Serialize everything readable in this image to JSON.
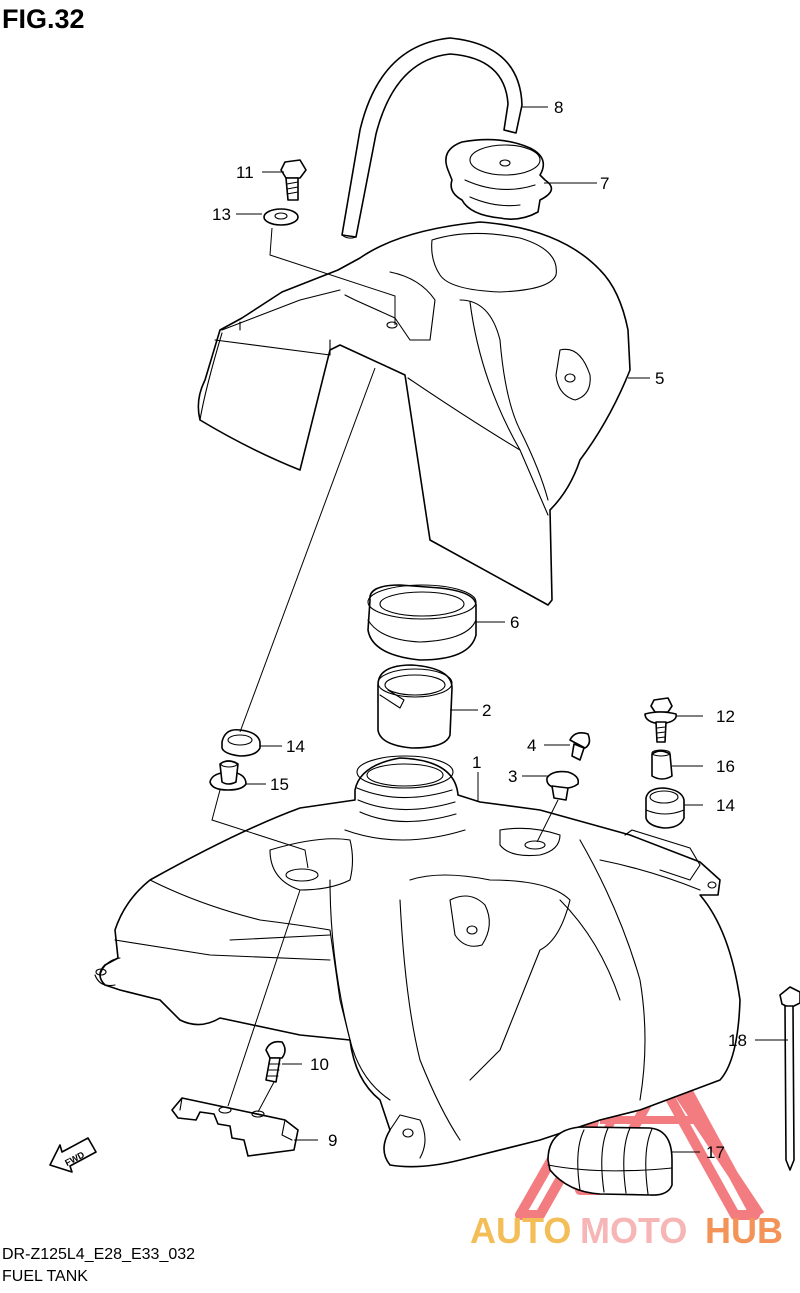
{
  "figure": {
    "title": "FIG.32",
    "code": "DR-Z125L4_E28_E33_032",
    "name": "FUEL TANK"
  },
  "fwd_label": "FWD",
  "watermark": {
    "part1": "AUTO",
    "part2": "MOTO",
    "part3": "HUB",
    "colors": {
      "auto": "#f2b23a",
      "moto": "#f5aaaa",
      "hub": "#f1813a",
      "triangle": "#f2666a"
    }
  },
  "callouts": {
    "c1": "1",
    "c2": "2",
    "c3": "3",
    "c4": "4",
    "c5": "5",
    "c6": "6",
    "c7": "7",
    "c8": "8",
    "c9": "9",
    "c10": "10",
    "c11": "11",
    "c12": "12",
    "c13": "13",
    "c14a": "14",
    "c14b": "14",
    "c15": "15",
    "c16": "16",
    "c17": "17",
    "c18": "18"
  }
}
